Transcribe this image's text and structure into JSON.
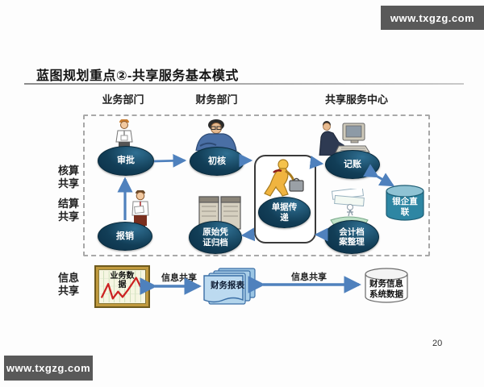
{
  "watermarks": {
    "top": "www.txgzg.com",
    "bottom": "www.txgzg.com"
  },
  "slide": {
    "title": "蓝图规划重点②-共享服务基本模式",
    "page_number": "20"
  },
  "columns": [
    {
      "label": "业务部门"
    },
    {
      "label": "财务部门"
    },
    {
      "label": "共享服务中心"
    }
  ],
  "row_labels": [
    {
      "label": "核算\n共享"
    },
    {
      "label": "结算\n共享"
    },
    {
      "label": "信息\n共享"
    }
  ],
  "nodes": {
    "approval": "审批",
    "initial_review": "初核",
    "bookkeeping": "记账",
    "reimbursement": "报销",
    "voucher_archiving": "原始凭\n证归档",
    "archive_sorting": "会计档\n案整理",
    "document_transfer": "单据传\n递",
    "bank_direct_link": "银企直\n联",
    "business_data": "业务数\n据",
    "financial_reports": "财务报表",
    "financial_system_data": "财务信息\n系统数据"
  },
  "arrow_labels": {
    "left_info_share": "信息共享",
    "right_info_share": "信息共享"
  },
  "colors": {
    "ellipse_fill": "#123e57",
    "arrow_blue": "#4f81bd",
    "bank_cylinder": "#2e86a3",
    "badge_bg": "#595959",
    "chart_frame_gold": "#c09a3e",
    "chart_line_red": "#cc2222",
    "report_doc_blue": "#b9d7ee"
  }
}
